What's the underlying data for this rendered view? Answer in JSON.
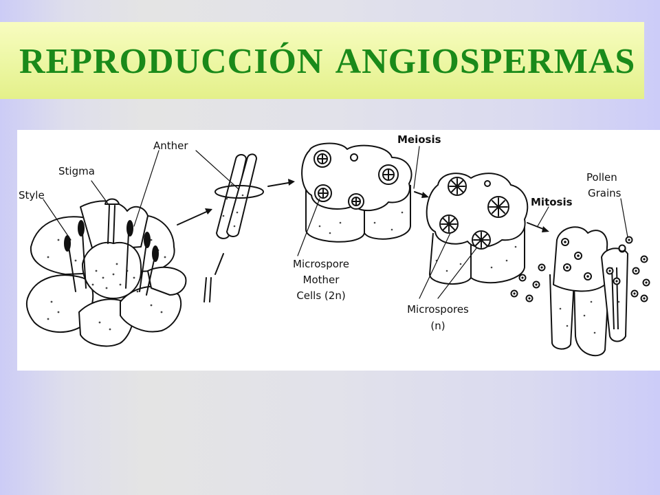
{
  "slide": {
    "title": "REPRODUCCIÓN ANGIOSPERMAS"
  },
  "diagram": {
    "labels": {
      "style": "Style",
      "stigma": "Stigma",
      "anther": "Anther",
      "meiosis": "Meiosis",
      "microspore_mother_cells": [
        "Microspore",
        "Mother",
        "Cells (2n)"
      ],
      "microspores": [
        "Microspores",
        "(n)"
      ],
      "mitosis": "Mitosis",
      "pollen_grains": [
        "Pollen",
        "Grains"
      ]
    }
  },
  "colors": {
    "title_text": "#1a8a1a",
    "title_band": "#f0f8a8",
    "background": "#e2e2ea"
  }
}
